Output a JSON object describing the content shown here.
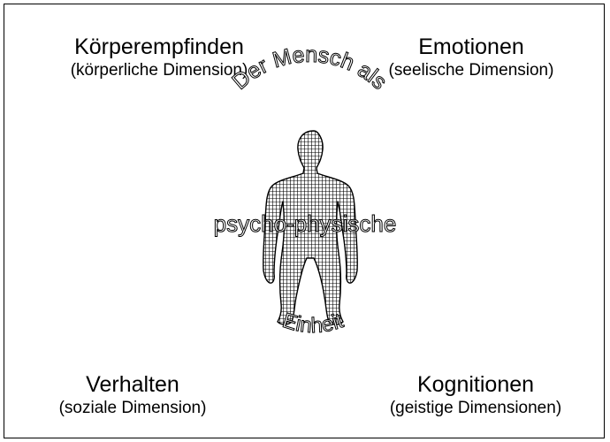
{
  "top_left": {
    "title": "Körperempfinden",
    "subtitle": "(körperliche Dimension)"
  },
  "top_right": {
    "title": "Emotionen",
    "subtitle": "(seelische Dimension)"
  },
  "bottom_left": {
    "title": "Verhalten",
    "subtitle": "(soziale Dimension)"
  },
  "bottom_right": {
    "title": "Kognitionen",
    "subtitle": "(geistige Dimensionen)"
  },
  "center": {
    "arc_text": "Der Mensch als",
    "middle_text": "psycho-physische",
    "bottom_text": "Einheit"
  },
  "colors": {
    "ink": "#000000",
    "background": "#ffffff"
  }
}
